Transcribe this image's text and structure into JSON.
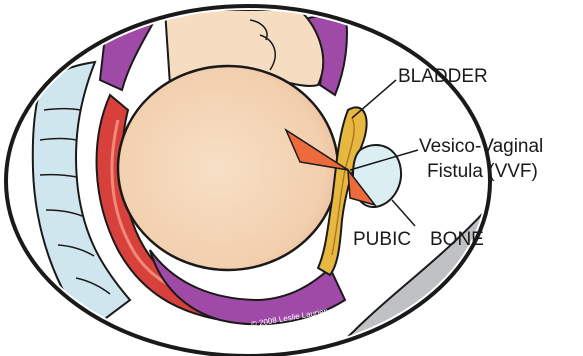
{
  "labels": {
    "bladder": "BLADDER",
    "vvf_line1": "Vesico-Vaginal",
    "vvf_line2": "Fistula (VVF)",
    "pubic": "PUBIC",
    "bone": "BONE"
  },
  "copyright": "© 2008 Leslie Laurien",
  "colors": {
    "outline": "#1a1a1a",
    "frame": "#bfc1c4",
    "spine": "#cfe6ee",
    "uterus": "#d7403b",
    "flesh": "#f4d9bd",
    "magenta": "#a04aa8",
    "bladder": "#e6b840",
    "pubic_bone": "#dbeff2",
    "arrow": "#ec6a3c"
  }
}
